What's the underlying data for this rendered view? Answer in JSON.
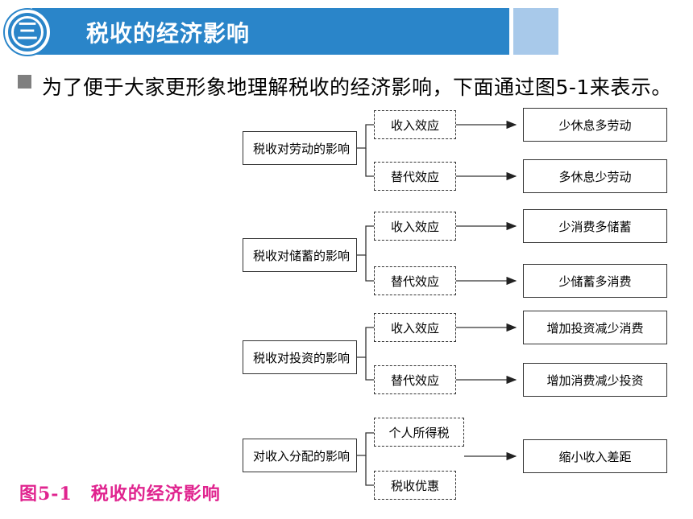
{
  "header": {
    "badge": "三",
    "title": "税收的经济影响"
  },
  "intro": "为了便于大家更形象地理解税收的经济影响，下面通过图5-1来表示。",
  "diagram": {
    "groups": [
      {
        "category": "税收对劳动的影响",
        "effects": [
          "收入效应",
          "替代效应"
        ],
        "results": [
          "少休息多劳动",
          "多休息少劳动"
        ]
      },
      {
        "category": "税收对储蓄的影响",
        "effects": [
          "收入效应",
          "替代效应"
        ],
        "results": [
          "少消费多储蓄",
          "少储蓄多消费"
        ]
      },
      {
        "category": "税收对投资的影响",
        "effects": [
          "收入效应",
          "替代效应"
        ],
        "results": [
          "增加投资减少消费",
          "增加消费减少投资"
        ]
      },
      {
        "category": "对收入分配的影响",
        "effects": [
          "个人所得税",
          "税收优惠"
        ],
        "results": [
          "缩小收入差距"
        ]
      }
    ]
  },
  "caption": "图5-1　税收的经济影响",
  "colors": {
    "header_blue": "#2a85c9",
    "header_light": "#a8c9ea",
    "caption_pink": "#e0248f",
    "bullet_gray": "#7f7f7f"
  },
  "icons": {
    "badge": "circled-numeral-three-icon",
    "bullet": "square-bullet-icon"
  }
}
